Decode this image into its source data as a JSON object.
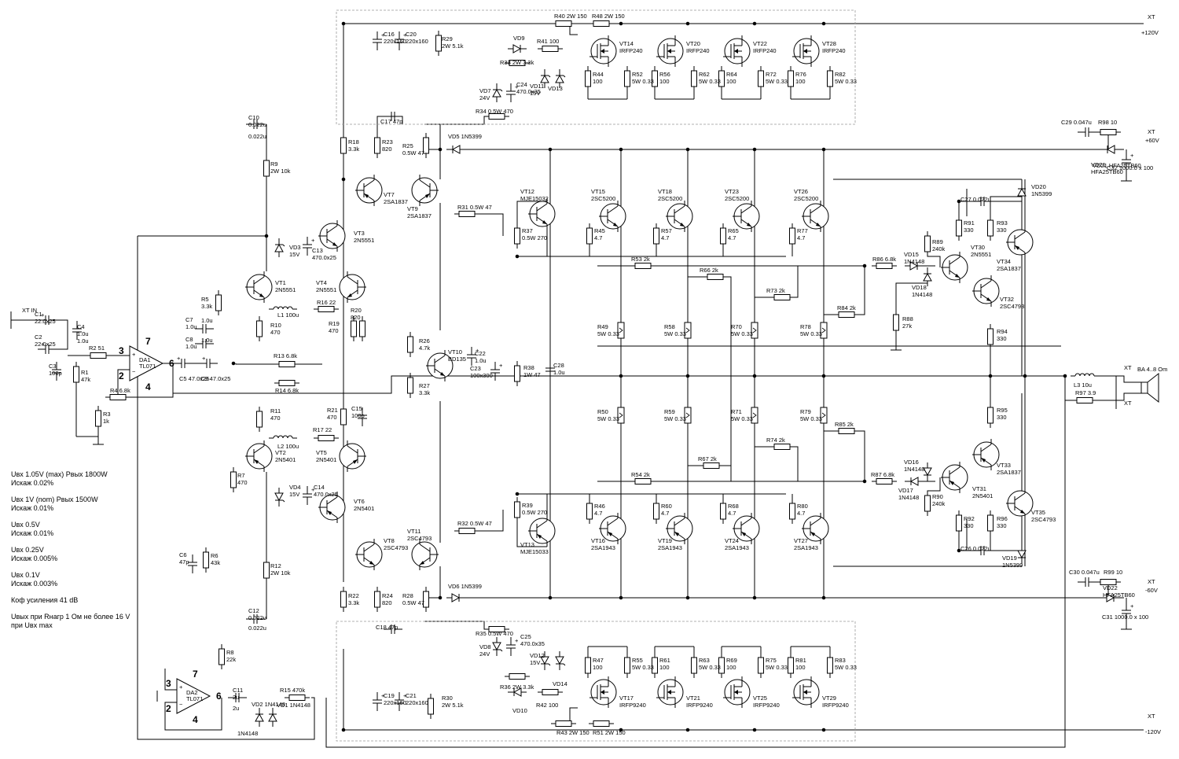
{
  "rails": [
    {
      "id": "p120",
      "xt": "XT",
      "label": "+120V"
    },
    {
      "id": "p60",
      "xt": "XT",
      "label": "+60V"
    },
    {
      "id": "m60",
      "xt": "XT",
      "label": "-60V"
    },
    {
      "id": "m120",
      "xt": "XT",
      "label": "-120V"
    },
    {
      "id": "in",
      "xt": "XT IN",
      "label": ""
    }
  ],
  "speaker": {
    "label": "BA 4..8 Om",
    "xt": [
      "XT",
      "XT"
    ]
  },
  "opamps": [
    {
      "ref": "DA1",
      "part": "TL071",
      "pins": [
        "3",
        "2",
        "7",
        "4",
        "6"
      ]
    },
    {
      "ref": "DA2",
      "part": "TL071",
      "pins": [
        "3",
        "2",
        "7",
        "4",
        "6"
      ]
    }
  ],
  "transistors": [
    {
      "ref": "VT1",
      "part": "2N5551"
    },
    {
      "ref": "VT2",
      "part": "2N5401"
    },
    {
      "ref": "VT3",
      "part": "2N5551"
    },
    {
      "ref": "VT4",
      "part": "2N5551"
    },
    {
      "ref": "VT5",
      "part": "2N5401"
    },
    {
      "ref": "VT6",
      "part": "2N5401"
    },
    {
      "ref": "VT7",
      "part": "2SA1837"
    },
    {
      "ref": "VT8",
      "part": "2SC4793"
    },
    {
      "ref": "VT9",
      "part": "2SA1837"
    },
    {
      "ref": "VT10",
      "part": "BD135"
    },
    {
      "ref": "VT11",
      "part": "2SC4793"
    },
    {
      "ref": "VT12",
      "part": "MJE15032"
    },
    {
      "ref": "VT13",
      "part": "MJE15033"
    },
    {
      "ref": "VT14",
      "part": "IRFP240"
    },
    {
      "ref": "VT20",
      "part": "IRFP240"
    },
    {
      "ref": "VT22",
      "part": "IRFP240"
    },
    {
      "ref": "VT28",
      "part": "IRFP240"
    },
    {
      "ref": "VT15",
      "part": "2SC5200"
    },
    {
      "ref": "VT18",
      "part": "2SC5200"
    },
    {
      "ref": "VT23",
      "part": "2SC5200"
    },
    {
      "ref": "VT26",
      "part": "2SC5200"
    },
    {
      "ref": "VT16",
      "part": "2SA1943"
    },
    {
      "ref": "VT19",
      "part": "2SA1943"
    },
    {
      "ref": "VT24",
      "part": "2SA1943"
    },
    {
      "ref": "VT27",
      "part": "2SA1943"
    },
    {
      "ref": "VT17",
      "part": "IRFP9240"
    },
    {
      "ref": "VT21",
      "part": "IRFP9240"
    },
    {
      "ref": "VT25",
      "part": "IRFP9240"
    },
    {
      "ref": "VT29",
      "part": "IRFP9240"
    },
    {
      "ref": "VT30",
      "part": "2N5551"
    },
    {
      "ref": "VT31",
      "part": "2N5401"
    },
    {
      "ref": "VT32",
      "part": "2SC4793"
    },
    {
      "ref": "VT33",
      "part": "2SA1837"
    },
    {
      "ref": "VT34",
      "part": "2SA1837"
    },
    {
      "ref": "VT35",
      "part": "2SC4793"
    }
  ],
  "resistors": [
    {
      "ref": "R1",
      "value": "47k"
    },
    {
      "ref": "R2",
      "value": "51"
    },
    {
      "ref": "R3",
      "value": "1k"
    },
    {
      "ref": "R4",
      "value": "6.8k"
    },
    {
      "ref": "R5",
      "value": "3.3k"
    },
    {
      "ref": "R6",
      "value": "43k"
    },
    {
      "ref": "R7",
      "value": "470"
    },
    {
      "ref": "R8",
      "value": "22k"
    },
    {
      "ref": "R9",
      "value": "2W 10k"
    },
    {
      "ref": "R10",
      "value": "470"
    },
    {
      "ref": "R11",
      "value": "470"
    },
    {
      "ref": "R12",
      "value": "2W 10k"
    },
    {
      "ref": "R13",
      "value": "6.8k"
    },
    {
      "ref": "R14",
      "value": "6.8k"
    },
    {
      "ref": "R15",
      "value": "470k"
    },
    {
      "ref": "R16",
      "value": "22"
    },
    {
      "ref": "R17",
      "value": "22"
    },
    {
      "ref": "R18",
      "value": "3.3k"
    },
    {
      "ref": "R19",
      "value": "470"
    },
    {
      "ref": "R20",
      "value": "820"
    },
    {
      "ref": "R21",
      "value": "470"
    },
    {
      "ref": "R22",
      "value": "3.3k"
    },
    {
      "ref": "R23",
      "value": "820"
    },
    {
      "ref": "R24",
      "value": "820"
    },
    {
      "ref": "R25",
      "value": "0.5W 47"
    },
    {
      "ref": "R26",
      "value": "4.7k"
    },
    {
      "ref": "R27",
      "value": "3.3k"
    },
    {
      "ref": "R28",
      "value": "0.5W 47"
    },
    {
      "ref": "R29",
      "value": "2W 5.1k"
    },
    {
      "ref": "R30",
      "value": "2W 5.1k"
    },
    {
      "ref": "R31",
      "value": "0.5W 47"
    },
    {
      "ref": "R32",
      "value": "0.5W 47"
    },
    {
      "ref": "R33",
      "value": "2W 3.3k"
    },
    {
      "ref": "R34",
      "value": "0.5W 470"
    },
    {
      "ref": "R35",
      "value": "0.5W 470"
    },
    {
      "ref": "R36",
      "value": "2W 3.3k"
    },
    {
      "ref": "R37",
      "value": "0.5W 270"
    },
    {
      "ref": "R38",
      "value": "1W 47"
    },
    {
      "ref": "R39",
      "value": "0.5W 270"
    },
    {
      "ref": "R40",
      "value": "2W 150"
    },
    {
      "ref": "R41",
      "value": "100"
    },
    {
      "ref": "R42",
      "value": "100"
    },
    {
      "ref": "R43",
      "value": "2W 150"
    },
    {
      "ref": "R44",
      "value": "100"
    },
    {
      "ref": "R45",
      "value": "4.7"
    },
    {
      "ref": "R46",
      "value": "4.7"
    },
    {
      "ref": "R47",
      "value": "100"
    },
    {
      "ref": "R48",
      "value": "2W 150"
    },
    {
      "ref": "R49",
      "value": "5W 0.33"
    },
    {
      "ref": "R50",
      "value": "5W 0.33"
    },
    {
      "ref": "R51",
      "value": "2W 150"
    },
    {
      "ref": "R52",
      "value": "5W 0.33"
    },
    {
      "ref": "R53",
      "value": "2k"
    },
    {
      "ref": "R54",
      "value": "2k"
    },
    {
      "ref": "R55",
      "value": "5W 0.33"
    },
    {
      "ref": "R56",
      "value": "100"
    },
    {
      "ref": "R57",
      "value": "4.7"
    },
    {
      "ref": "R58",
      "value": "5W 0.33"
    },
    {
      "ref": "R59",
      "value": "5W 0.33"
    },
    {
      "ref": "R60",
      "value": "4.7"
    },
    {
      "ref": "R61",
      "value": "100"
    },
    {
      "ref": "R62",
      "value": "5W 0.33"
    },
    {
      "ref": "R63",
      "value": "5W 0.33"
    },
    {
      "ref": "R64",
      "value": "100"
    },
    {
      "ref": "R65",
      "value": "4.7"
    },
    {
      "ref": "R66",
      "value": "2k"
    },
    {
      "ref": "R67",
      "value": "2k"
    },
    {
      "ref": "R68",
      "value": "4.7"
    },
    {
      "ref": "R69",
      "value": "100"
    },
    {
      "ref": "R70",
      "value": "5W 0.33"
    },
    {
      "ref": "R71",
      "value": "5W 0.33"
    },
    {
      "ref": "R72",
      "value": "5W 0.33"
    },
    {
      "ref": "R73",
      "value": "2k"
    },
    {
      "ref": "R74",
      "value": "2k"
    },
    {
      "ref": "R75",
      "value": "5W 0.33"
    },
    {
      "ref": "R76",
      "value": "100"
    },
    {
      "ref": "R77",
      "value": "4.7"
    },
    {
      "ref": "R78",
      "value": "5W 0.33"
    },
    {
      "ref": "R79",
      "value": "5W 0.33"
    },
    {
      "ref": "R80",
      "value": "4.7"
    },
    {
      "ref": "R81",
      "value": "100"
    },
    {
      "ref": "R82",
      "value": "5W 0.33"
    },
    {
      "ref": "R83",
      "value": "5W 0.33"
    },
    {
      "ref": "R84",
      "value": "2k"
    },
    {
      "ref": "R85",
      "value": "2k"
    },
    {
      "ref": "R86",
      "value": "6.8k"
    },
    {
      "ref": "R87",
      "value": "6.8k"
    },
    {
      "ref": "R88",
      "value": "27k"
    },
    {
      "ref": "R89",
      "value": "240k"
    },
    {
      "ref": "R90",
      "value": "240k"
    },
    {
      "ref": "R91",
      "value": "330"
    },
    {
      "ref": "R92",
      "value": "330"
    },
    {
      "ref": "R93",
      "value": "330"
    },
    {
      "ref": "R94",
      "value": "330"
    },
    {
      "ref": "R95",
      "value": "330"
    },
    {
      "ref": "R96",
      "value": "330"
    },
    {
      "ref": "R97",
      "value": "3.9"
    },
    {
      "ref": "R98",
      "value": "10"
    },
    {
      "ref": "R99",
      "value": "10"
    }
  ],
  "capacitors": [
    {
      "ref": "C1",
      "value": "22.0x25"
    },
    {
      "ref": "C2",
      "value": "22.0x25"
    },
    {
      "ref": "C3",
      "value": "100p"
    },
    {
      "ref": "C4",
      "value": "1.0u"
    },
    {
      "ref": "C5",
      "value": "47.0x25"
    },
    {
      "ref": "C6",
      "value": "47p"
    },
    {
      "ref": "C7",
      "value": "1.0u"
    },
    {
      "ref": "C8",
      "value": "1.0u"
    },
    {
      "ref": "C9",
      "value": "47.0x25"
    },
    {
      "ref": "C10",
      "value": "0.022u"
    },
    {
      "ref": "C11",
      "value": "2u"
    },
    {
      "ref": "C12",
      "value": "0.022u"
    },
    {
      "ref": "C13",
      "value": "470.0x25"
    },
    {
      "ref": "C14",
      "value": "470.0x25"
    },
    {
      "ref": "C15",
      "value": "100p"
    },
    {
      "ref": "C16",
      "value": "220x160"
    },
    {
      "ref": "C17",
      "value": "47p"
    },
    {
      "ref": "C18",
      "value": "47p"
    },
    {
      "ref": "C19",
      "value": "220x160"
    },
    {
      "ref": "C20",
      "value": "220x160"
    },
    {
      "ref": "C21",
      "value": "220x160"
    },
    {
      "ref": "C22",
      "value": "1.0u"
    },
    {
      "ref": "C23",
      "value": "100x300"
    },
    {
      "ref": "C24",
      "value": "470.0x35"
    },
    {
      "ref": "C25",
      "value": "470.0x35"
    },
    {
      "ref": "C26",
      "value": "0.022u"
    },
    {
      "ref": "C27",
      "value": "0.022u"
    },
    {
      "ref": "C28",
      "value": "1.0u"
    },
    {
      "ref": "C29",
      "value": "0.047u"
    },
    {
      "ref": "C30",
      "value": "0.047u"
    },
    {
      "ref": "C31",
      "value": "1000.0 x 100"
    },
    {
      "ref": "C32",
      "value": "1000.0 x 100"
    }
  ],
  "diodes": [
    {
      "ref": "VD1",
      "value": "1N4148"
    },
    {
      "ref": "VD2",
      "value": "1N4148"
    },
    {
      "ref": "VD3",
      "value": "15V"
    },
    {
      "ref": "VD4",
      "value": "15V"
    },
    {
      "ref": "VD5",
      "value": "1N5399"
    },
    {
      "ref": "VD6",
      "value": "1N5399"
    },
    {
      "ref": "VD7",
      "value": "24V"
    },
    {
      "ref": "VD8",
      "value": "24V"
    },
    {
      "ref": "VD9",
      "value": ""
    },
    {
      "ref": "VD10",
      "value": ""
    },
    {
      "ref": "VD11",
      "value": "15V"
    },
    {
      "ref": "VD12",
      "value": "15V"
    },
    {
      "ref": "VD13",
      "value": ""
    },
    {
      "ref": "VD14",
      "value": ""
    },
    {
      "ref": "VD15",
      "value": "1N4148"
    },
    {
      "ref": "VD16",
      "value": "1N4148"
    },
    {
      "ref": "VD17",
      "value": "1N4148"
    },
    {
      "ref": "VD18",
      "value": "1N4148"
    },
    {
      "ref": "VD19",
      "value": "1N5399"
    },
    {
      "ref": "VD20",
      "value": "1N5399"
    },
    {
      "ref": "VD21",
      "value": "HFA25TB60"
    },
    {
      "ref": "VD22",
      "value": "HFA25TB60"
    }
  ],
  "inductors": [
    {
      "ref": "L1",
      "value": "100u"
    },
    {
      "ref": "L2",
      "value": "100u"
    },
    {
      "ref": "L3",
      "value": "10u"
    }
  ],
  "notes": [
    "Uвх 1.05V (max) Pвых 1800W",
    "Искаж 0.02%",
    "",
    "Uвх 1V (nom) Pвых 1500W",
    "Искаж 0.01%",
    "",
    "Uвх 0.5V",
    "Искаж 0.01%",
    "",
    "Uвх 0.25V",
    "Искаж 0.005%",
    "",
    "Uвх 0.1V",
    "Искаж 0.003%",
    "",
    "Коф усиления 41 dB",
    "",
    "Uвых при Rнагр 1 Ом не более 16 V",
    "при Uвх max"
  ]
}
